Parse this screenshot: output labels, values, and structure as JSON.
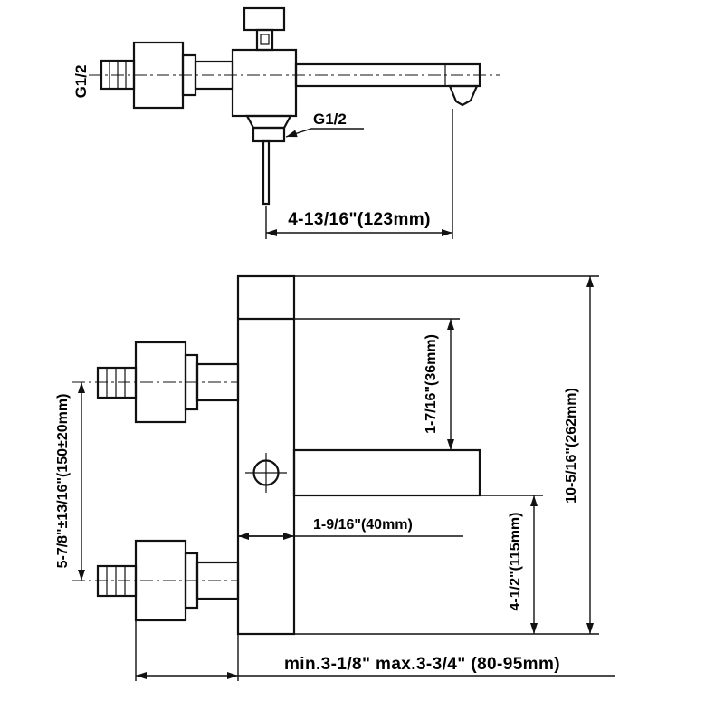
{
  "labels": {
    "supply_thread": "G1/2",
    "outlet_thread": "G1/2"
  },
  "dimensions": {
    "spout_reach": "4-13/16\"(123mm)",
    "supply_spacing": "5-7/8\"±13/16\"(150±20mm)",
    "body_top_to_spout": "1-7/16\"(36mm)",
    "total_height": "10-5/16\"(262mm)",
    "spout_to_bottom": "4-1/2\"(115mm)",
    "body_width": "1-9/16\"(40mm)",
    "wall_clearance": "min.3-1/8\" max.3-3/4\" (80-95mm)"
  }
}
